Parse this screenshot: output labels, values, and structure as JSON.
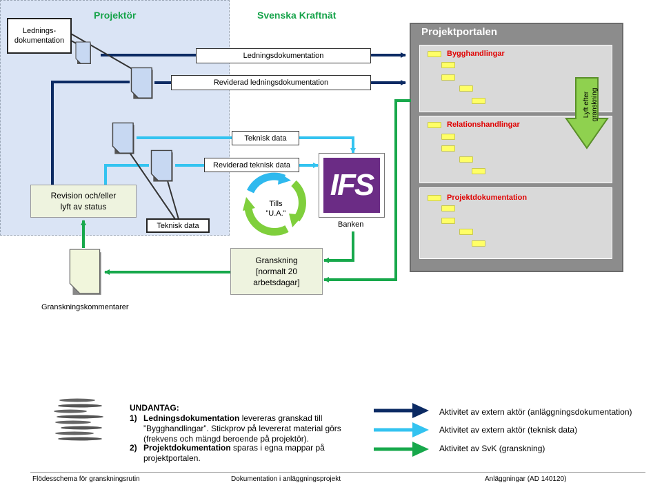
{
  "zones": {
    "projektor": "Projektör",
    "svk": "Svenska Kraftnät"
  },
  "portal": {
    "title": "Projektportalen",
    "panels": [
      {
        "title": "Bygghandlingar"
      },
      {
        "title": "Relationshandlingar"
      },
      {
        "title": "Projektdokumentation"
      }
    ],
    "lift_label_1": "Lyft efter",
    "lift_label_2": "granskning"
  },
  "boxes": {
    "ledningsdok_line1": "Lednings-",
    "ledningsdok_line2": "dokumentation",
    "arrow_ledningsdok": "Ledningsdokumentation",
    "arrow_reviderad_ledningsdok": "Reviderad ledningsdokumentation",
    "arrow_teknisk_data": "Teknisk data",
    "arrow_reviderad_teknisk_data": "Reviderad teknisk data",
    "teknisk_data_label": "Teknisk data",
    "revision_line1": "Revision  och/eller",
    "revision_line2": "lyft av status",
    "granskning_line1": "Granskning",
    "granskning_line2": "[normalt 20",
    "granskning_line3": "arbetsdagar]",
    "granskningskommentarer": "Granskningskommentarer",
    "tills_line1": "Tills",
    "tills_line2": "”U.A.”",
    "ifs_logo": "IFS",
    "banken": "Banken"
  },
  "exceptions": {
    "title": "UNDANTAG:",
    "item1_num": "1)",
    "item1_bold": "Ledningsdokumentation",
    "item1_line1_rest": "  levereras granskad till",
    "item1_line2": "”Bygghandlingar”. Stickprov på levererat material görs",
    "item1_line3": "(frekvens och mängd beroende på projektör).",
    "item2_num": "2)",
    "item2_bold": "Projektdokumentation",
    "item2_line1_rest": " sparas  i egna mappar på",
    "item2_line2": "projektportalen."
  },
  "legend": [
    {
      "label": "Aktivitet av extern aktör (anläggningsdokumentation)",
      "color": "#0b2a63"
    },
    {
      "label": "Aktivitet av extern aktör (teknisk data)",
      "color": "#33c3f0"
    },
    {
      "label": "Aktivitet av SvK (granskning)",
      "color": "#17a84b"
    }
  ],
  "footer": {
    "left": "Flödesschema för granskningsrutin",
    "center": "Dokumentation  i anläggningsprojekt",
    "right": "Anläggningar (AD 140120)"
  },
  "colors": {
    "navy": "#0b2a63",
    "cyan": "#33c3f0",
    "green": "#17a84b",
    "ifs_purple": "#6b2c85",
    "lift_arrow": "#8fd14f"
  }
}
